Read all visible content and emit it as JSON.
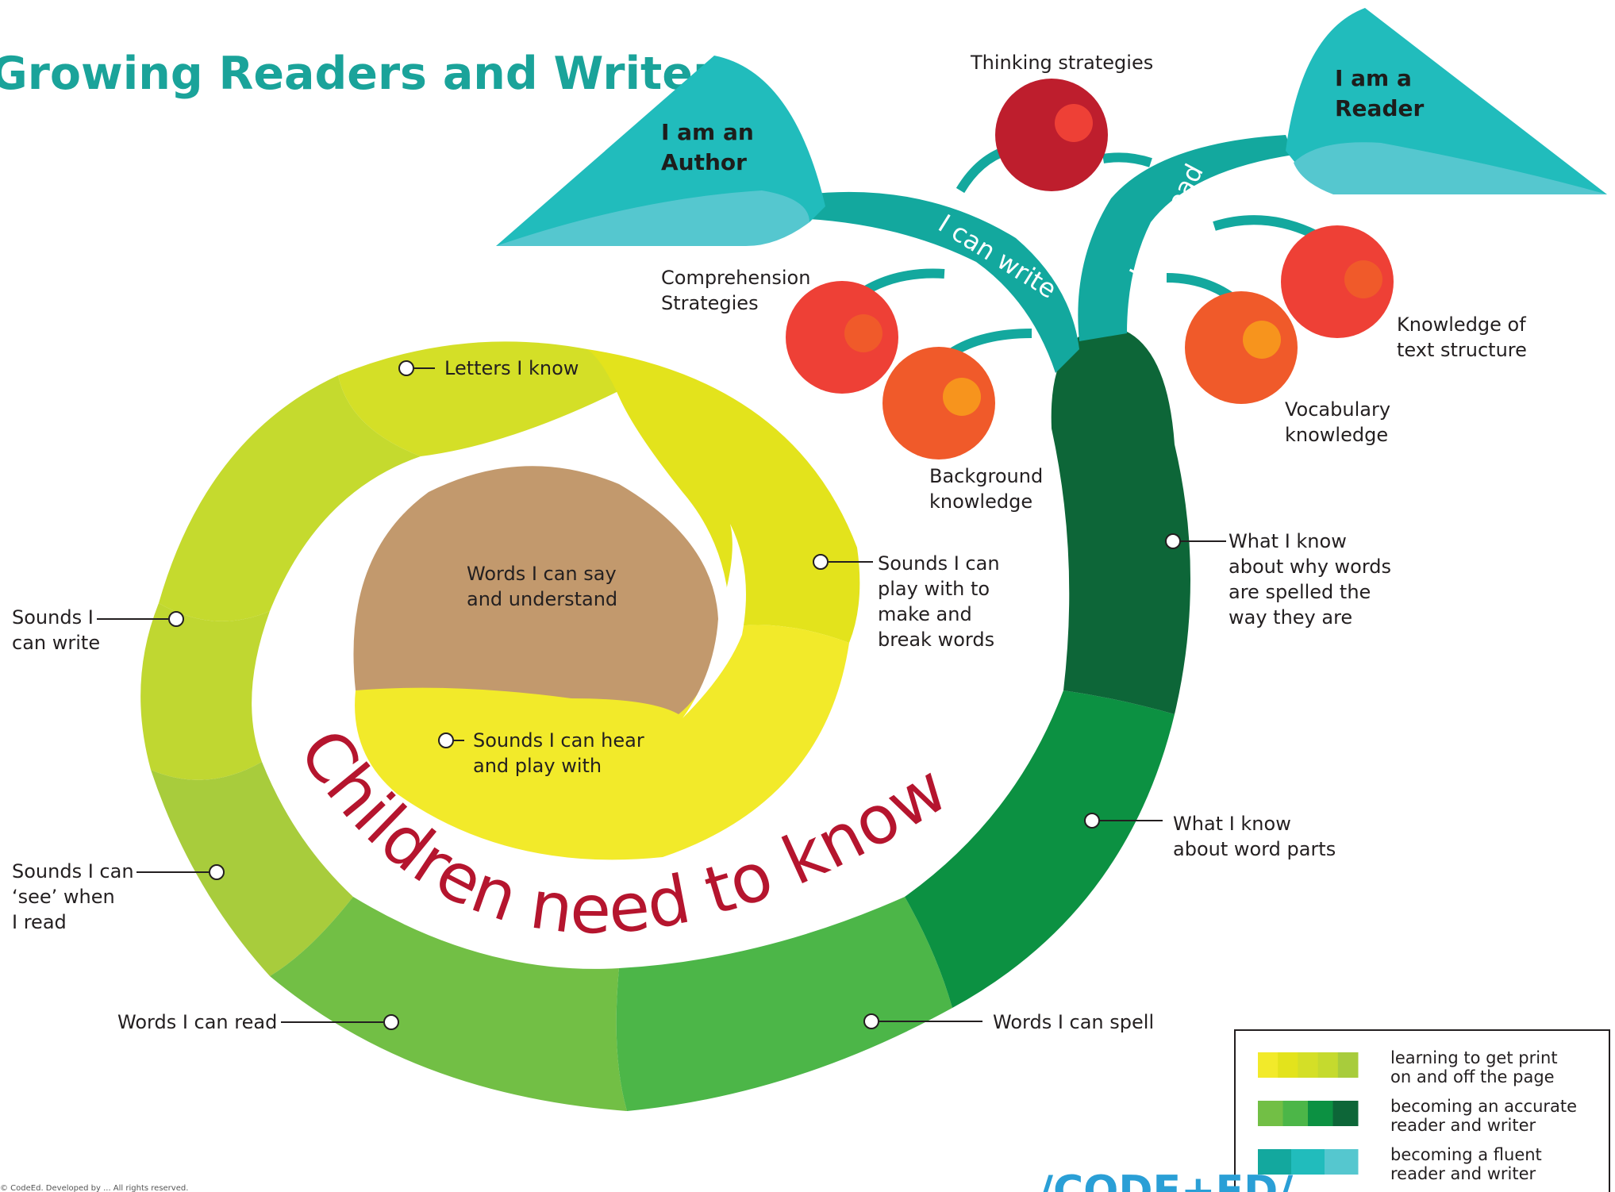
{
  "title": "Growing Readers and Writers",
  "centre": {
    "words_say": [
      "Words I can say",
      "and understand"
    ],
    "sounds_hear": [
      "Sounds I can hear",
      "and play with"
    ]
  },
  "spiral_text": "Children need to know...",
  "labels": {
    "letters_know": "Letters I know",
    "sounds_play": [
      "Sounds I can",
      "play with to",
      "make and",
      "break words"
    ],
    "sounds_write": [
      "Sounds I",
      "can write"
    ],
    "sounds_see": [
      "Sounds I can",
      "‘see’ when",
      "I read"
    ],
    "words_read": "Words I can  read",
    "words_spell": "Words I can  spell",
    "word_parts": [
      "What I know",
      "about word parts"
    ],
    "why_spelled": [
      "What I know",
      "about why words",
      "are spelled the",
      "way they are"
    ]
  },
  "branches": {
    "write": "I can write",
    "read": "I can read"
  },
  "leaves": {
    "author": [
      "I am an",
      "Author"
    ],
    "reader": [
      "I am a",
      "Reader"
    ]
  },
  "fruits": {
    "thinking": "Thinking strategies",
    "comprehension": [
      "Comprehension",
      "Strategies"
    ],
    "background": [
      "Background",
      "knowledge"
    ],
    "vocabulary": [
      "Vocabulary",
      "knowledge"
    ],
    "text_structure": [
      "Knowledge of",
      "text structure"
    ]
  },
  "legend": [
    {
      "label": [
        "learning to get print",
        "on and off the page"
      ],
      "colors": [
        "#f2ea2a",
        "#e3e31c",
        "#d4df27",
        "#c5da2e",
        "#a8cc3c"
      ]
    },
    {
      "label": [
        "becoming an accurate",
        "reader and writer"
      ],
      "colors": [
        "#72bf45",
        "#4cb648",
        "#0c9142",
        "#0d6638"
      ]
    },
    {
      "label": [
        "becoming a fluent",
        "reader and writer"
      ],
      "colors": [
        "#13a89e",
        "#21bcbc",
        "#55c7cf"
      ]
    }
  ],
  "footer": "© CodeEd. Developed by ... All rights reserved.",
  "logo": "/CODE+ED/",
  "colors": {
    "teal_dark": "#13a89e",
    "teal": "#21bcbc",
    "teal_light": "#55c7cf",
    "title": "#1aa39a",
    "spiral_text": "#b5152e"
  }
}
